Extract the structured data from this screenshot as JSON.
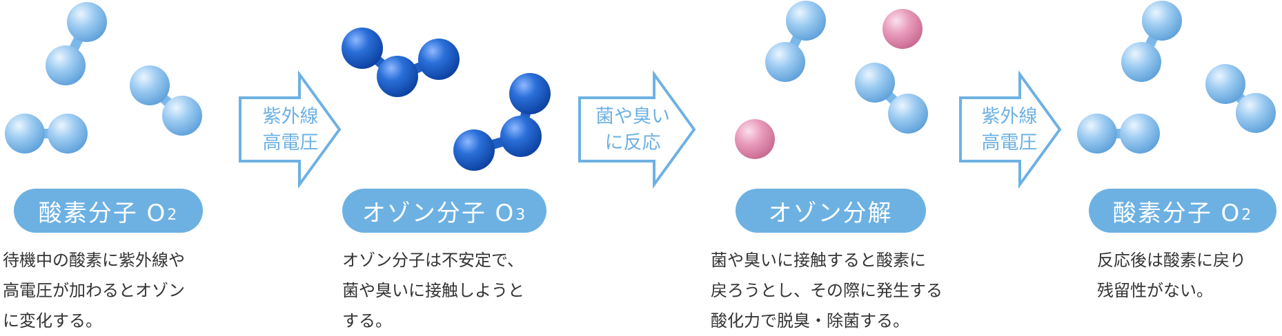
{
  "colors": {
    "accent": "#6db1e3",
    "oxygen_molecule": "#7ab8ea",
    "ozone_molecule": "#1f5fc4",
    "bacteria": "#e08aab",
    "text": "#333333"
  },
  "stages": [
    {
      "title": "酸素分子 O",
      "subscript": "2",
      "description": [
        "待機中の酸素に紫外線や",
        "高電圧が加わるとオゾン",
        "に変化する。"
      ]
    },
    {
      "title": "オゾン分子 O",
      "subscript": "3",
      "description": [
        "オゾン分子は不安定で、",
        "菌や臭いに接触しようと",
        "する。"
      ]
    },
    {
      "title": "オゾン分解",
      "subscript": "",
      "description": [
        "菌や臭いに接触すると酸素に",
        "戻ろうとし、その際に発生する",
        "酸化力で脱臭・除菌する。"
      ]
    },
    {
      "title": "酸素分子 O",
      "subscript": "2",
      "description": [
        "反応後は酸素に戻り",
        "残留性がない。"
      ]
    }
  ],
  "arrows": [
    {
      "line1": "紫外線",
      "line2": "高電圧"
    },
    {
      "line1": "菌や臭い",
      "line2": "に反応"
    },
    {
      "line1": "紫外線",
      "line2": "高電圧"
    }
  ]
}
